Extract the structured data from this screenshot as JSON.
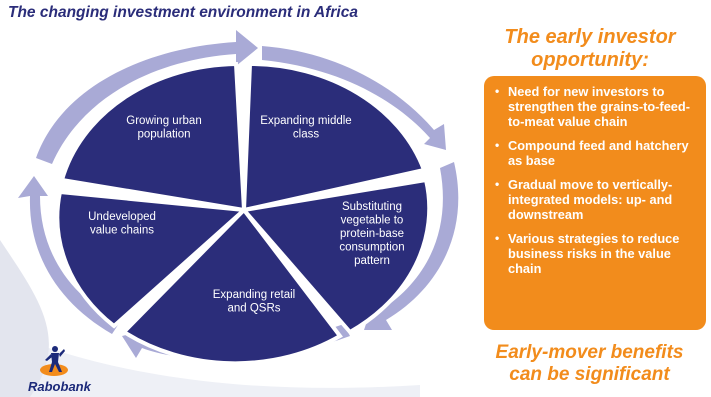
{
  "title": "The changing investment environment in Africa",
  "cycle_segments": [
    {
      "label_lines": [
        "Growing urban",
        "population"
      ]
    },
    {
      "label_lines": [
        "Expanding middle",
        "class"
      ]
    },
    {
      "label_lines": [
        "Substituting",
        "vegetable  to",
        "protein-base",
        "consumption",
        "pattern"
      ]
    },
    {
      "label_lines": [
        "Expanding retail",
        "and QSRs"
      ]
    },
    {
      "label_lines": [
        "Undeveloped",
        "value chains"
      ]
    }
  ],
  "opportunity": {
    "title_line1": "The early investor",
    "title_line2": "opportunity:",
    "bullets": [
      "Need for new investors to strengthen the grains-to-feed-to-meat value chain",
      "Compound feed and hatchery as base",
      "Gradual move to vertically-integrated models: up- and downstream",
      "Various strategies to reduce business risks in the value chain"
    ]
  },
  "footer_line1": "Early-mover benefits",
  "footer_line2": "can be significant",
  "logo_text": "Rabobank",
  "colors": {
    "navy": "#2b2d7a",
    "orange": "#f28c1c",
    "arrow": "#a9aad6"
  }
}
